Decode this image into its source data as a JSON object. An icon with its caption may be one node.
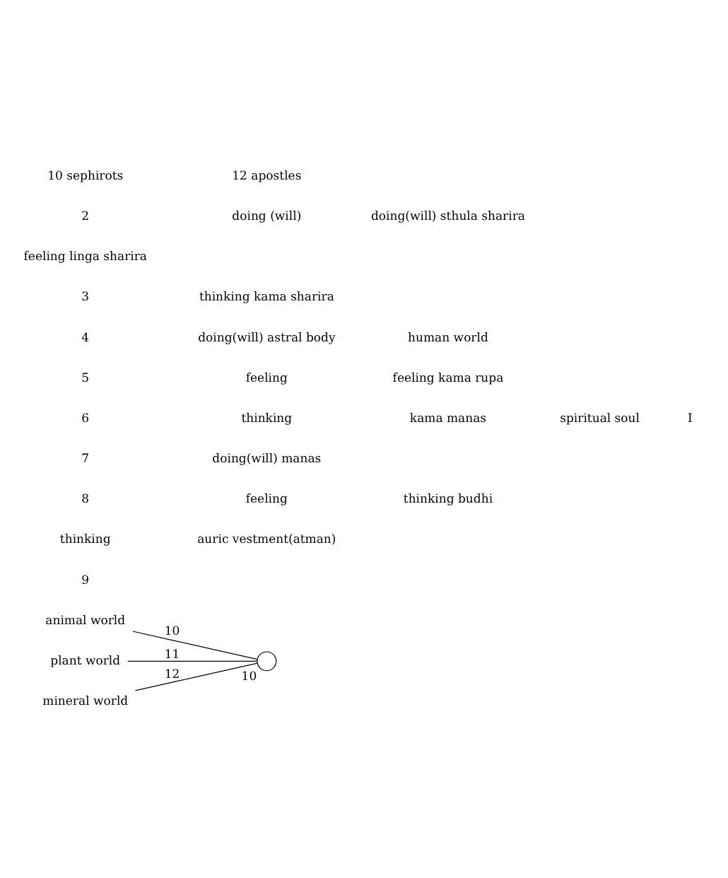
{
  "diagram": {
    "nodes": [
      {
        "text": [
          "animal world"
        ]
      },
      {
        "text": [
          "plant world"
        ]
      },
      {
        "text": [
          "mineral world"
        ]
      },
      {
        "text": [],
        "shape": "circle",
        "beside": [
          "10"
        ]
      }
    ],
    "edges": [
      {
        "from": 0,
        "to": 3,
        "arrow": "none",
        "label": "10"
      },
      {
        "from": 1,
        "to": 3,
        "arrow": "none",
        "label": "11"
      },
      {
        "from": 2,
        "to": 3,
        "arrow": "none",
        "label": "12"
      }
    ],
    "labels": [
      "9",
      "thinking",
      "auric vestment(atman)",
      "8",
      "feeling",
      "thinking budhi",
      "7",
      "doing(will) manas",
      "6",
      "thinking",
      "kama manas",
      "spiritual soul",
      "I",
      "5",
      "feeling",
      "feeling kama rupa",
      "4",
      "doing(will) astral body",
      "human world",
      "3",
      "thinking kama sharira",
      "feeling linga sharira",
      "2",
      "doing (will)",
      "doing(will) sthula sharira",
      "10 sephirots",
      "12 apostles"
    ]
  }
}
